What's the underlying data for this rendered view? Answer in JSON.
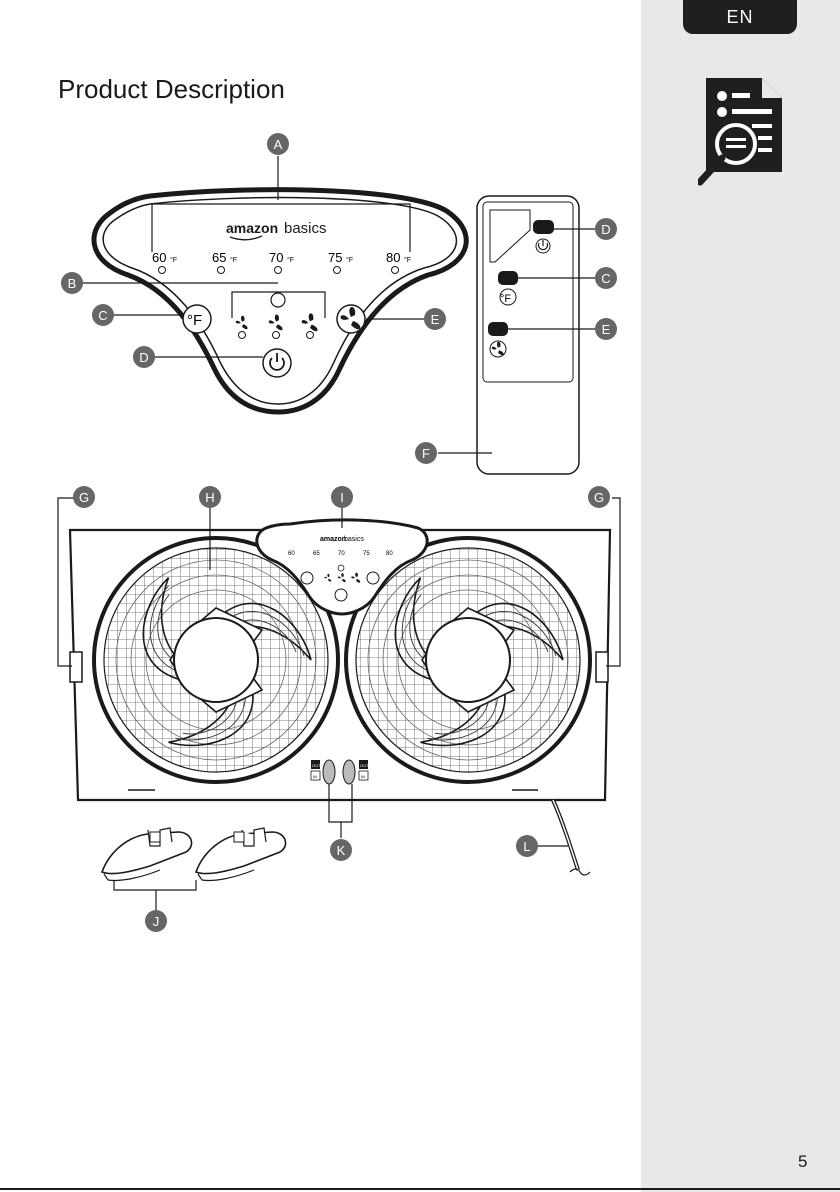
{
  "language_badge": "EN",
  "page_title": "Product Description",
  "page_number": "5",
  "icons": {
    "sidebar": "document-search-icon"
  },
  "brand": {
    "amazon": "amazon",
    "basics": "basics"
  },
  "control_panel": {
    "temps": [
      {
        "value": "60",
        "unit": "°F"
      },
      {
        "value": "65",
        "unit": "°F"
      },
      {
        "value": "70",
        "unit": "°F"
      },
      {
        "value": "75",
        "unit": "°F"
      },
      {
        "value": "80",
        "unit": "°F"
      }
    ],
    "temp_button": "°F"
  },
  "remote": {
    "temp_button": "°F"
  },
  "switch_labels": {
    "out": "OUT",
    "in": "IN"
  },
  "labels": {
    "A": "A",
    "B": "B",
    "C": "C",
    "D": "D",
    "E": "E",
    "F": "F",
    "G": "G",
    "H": "H",
    "I": "I",
    "J": "J",
    "K": "K",
    "L": "L"
  }
}
